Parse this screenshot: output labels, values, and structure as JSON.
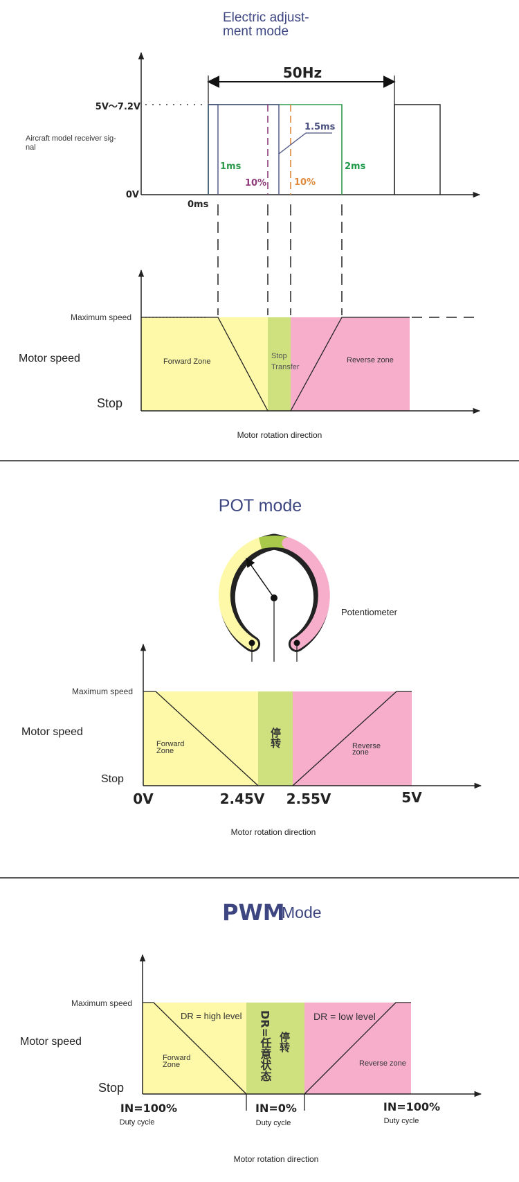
{
  "colors": {
    "forward_zone": "#fdf9a8",
    "stop_zone": "#cfe07f",
    "reverse_zone": "#f6aecb",
    "title": "#3d4680",
    "green_label": "#2e9b4c",
    "purple_label": "#8e3c7a",
    "orange_label": "#e0883a",
    "blue_label": "#4a5080",
    "axis": "#222222"
  },
  "section1": {
    "title_line1": "Electric adjust-",
    "title_line2": "ment mode",
    "freq": "50Hz",
    "voltage_high": "5V～7.2V",
    "voltage_low": "0V",
    "signal_label_line1": "Aircraft model receiver sig-",
    "signal_label_line2": "nal",
    "t0": "0ms",
    "t1": "1ms",
    "pct_left": "10%",
    "t_mid": "1.5ms",
    "pct_right": "10%",
    "t2": "2ms",
    "max_speed": "Maximum speed",
    "motor_speed": "Motor speed",
    "stop": "Stop",
    "forward_zone": "Forward Zone",
    "stop_transfer_1": "Stop",
    "stop_transfer_2": "Transfer",
    "reverse_zone": "Reverse zone",
    "x_label": "Motor rotation direction"
  },
  "section2": {
    "title": "POT mode",
    "potentiometer": "Potentiometer",
    "max_speed": "Maximum speed",
    "motor_speed": "Motor speed",
    "stop": "Stop",
    "forward_1": "Forward",
    "forward_2": "Zone",
    "stop_cn": "停转",
    "reverse_1": "Reverse",
    "reverse_2": "zone",
    "v0": "0V",
    "v1": "2.45V",
    "v2": "2.55V",
    "v3": "5V",
    "x_label": "Motor rotation direction"
  },
  "section3": {
    "title_bold": "PWM",
    "title_rest": "Mode",
    "max_speed": "Maximum speed",
    "motor_speed": "Motor speed",
    "stop": "Stop",
    "dr_high": "DR = high level",
    "dr_any": "DR=任意状态",
    "stop_cn": "停转",
    "dr_low": "DR = low level",
    "forward_1": "Forward",
    "forward_2": "Zone",
    "reverse": "Reverse zone",
    "in_left": "IN=100%",
    "in_mid": "IN=0%",
    "in_right": "IN=100%",
    "duty_left": "Duty cycle",
    "duty_mid": "Duty cycle",
    "duty_right": "Duty cycle",
    "x_label": "Motor rotation direction"
  }
}
